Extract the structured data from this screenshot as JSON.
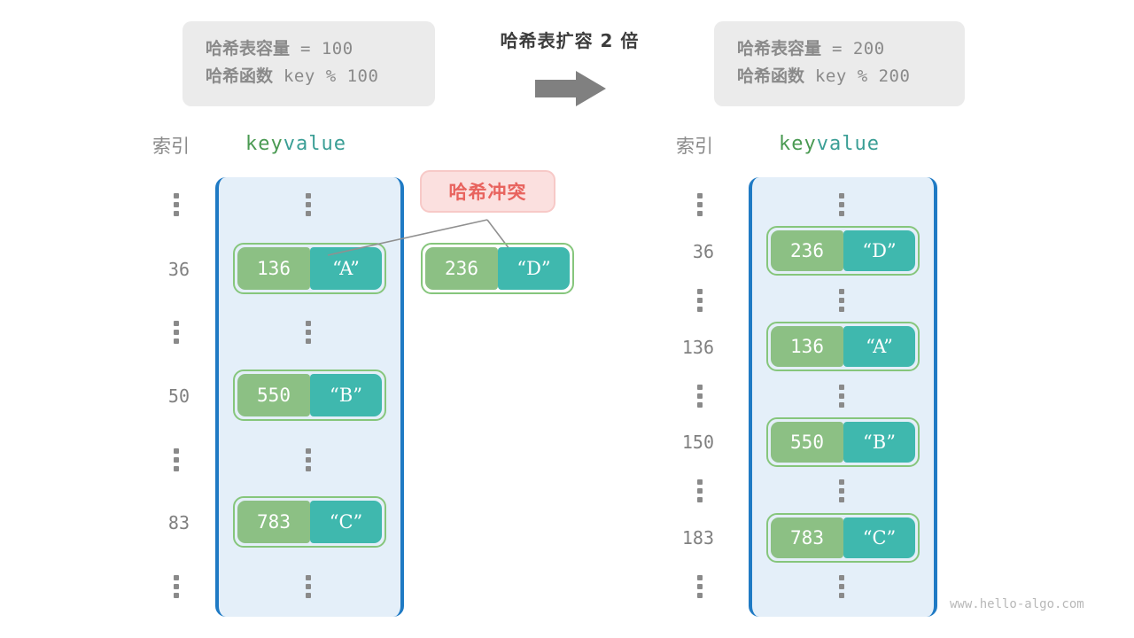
{
  "transition": {
    "label": "哈希表扩容 2 倍",
    "arrow_icon": "right-arrow-icon"
  },
  "left_panel": {
    "info": {
      "capacity_label": "哈希表容量",
      "capacity_expr": " = 100",
      "function_label": "哈希函数",
      "function_expr": " key % 100"
    },
    "headers": {
      "index": "索引",
      "key": "key",
      "value": "value"
    },
    "rows": [
      {
        "type": "dots",
        "index": "",
        "key": "",
        "value": ""
      },
      {
        "type": "entry",
        "index": "36",
        "key": "136",
        "value": "“A”"
      },
      {
        "type": "dots",
        "index": "",
        "key": "",
        "value": ""
      },
      {
        "type": "entry",
        "index": "50",
        "key": "550",
        "value": "“B”"
      },
      {
        "type": "dots",
        "index": "",
        "key": "",
        "value": ""
      },
      {
        "type": "entry",
        "index": "83",
        "key": "783",
        "value": "“C”"
      },
      {
        "type": "dots",
        "index": "",
        "key": "",
        "value": ""
      }
    ]
  },
  "collision": {
    "badge_label": "哈希冲突",
    "pending_entry": {
      "key": "236",
      "value": "“D”"
    }
  },
  "right_panel": {
    "info": {
      "capacity_label": "哈希表容量",
      "capacity_expr": " = 200",
      "function_label": "哈希函数",
      "function_expr": " key % 200"
    },
    "headers": {
      "index": "索引",
      "key": "key",
      "value": "value"
    },
    "rows": [
      {
        "type": "dots",
        "index": "",
        "key": "",
        "value": ""
      },
      {
        "type": "entry",
        "index": "36",
        "key": "236",
        "value": "“D”"
      },
      {
        "type": "dots",
        "index": "",
        "key": "",
        "value": ""
      },
      {
        "type": "entry",
        "index": "136",
        "key": "136",
        "value": "“A”"
      },
      {
        "type": "dots",
        "index": "",
        "key": "",
        "value": ""
      },
      {
        "type": "entry",
        "index": "150",
        "key": "550",
        "value": "“B”"
      },
      {
        "type": "dots",
        "index": "",
        "key": "",
        "value": ""
      },
      {
        "type": "entry",
        "index": "183",
        "key": "783",
        "value": "“C”"
      },
      {
        "type": "dots",
        "index": "",
        "key": "",
        "value": ""
      }
    ]
  },
  "watermark": "www.hello-algo.com",
  "colors": {
    "bucket_fill": "#e4eff9",
    "bucket_border": "#1f7ac4",
    "key_cell": "#8cc084",
    "value_cell": "#3fb8ae",
    "pair_border": "#86c67c",
    "badge_bg": "#fbe0df",
    "badge_text": "#e8635e",
    "infobox_bg": "#ebebeb",
    "muted_text": "#8a8a8a",
    "arrow": "#808080"
  }
}
